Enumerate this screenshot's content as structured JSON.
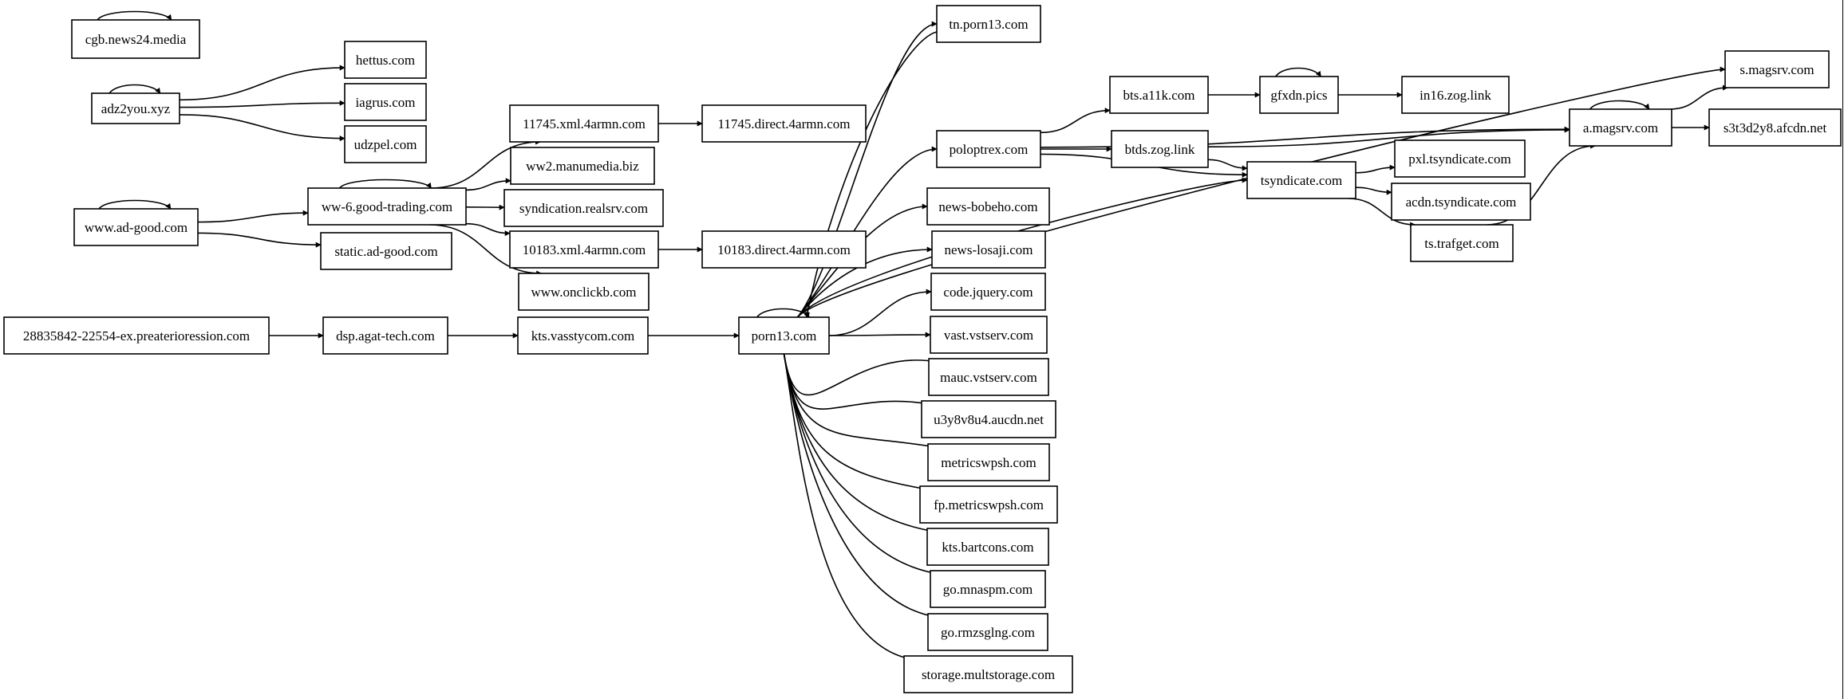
{
  "graph": {
    "nodes": [
      {
        "id": "cgb",
        "label": "cgb.news24.media"
      },
      {
        "id": "adz",
        "label": "adz2you.xyz"
      },
      {
        "id": "hettus",
        "label": "hettus.com"
      },
      {
        "id": "iagrus",
        "label": "iagrus.com"
      },
      {
        "id": "udzpel",
        "label": "udzpel.com"
      },
      {
        "id": "adgood",
        "label": "www.ad-good.com"
      },
      {
        "id": "ww6",
        "label": "ww-6.good-trading.com"
      },
      {
        "id": "staticadgood",
        "label": "static.ad-good.com"
      },
      {
        "id": "x11745",
        "label": "11745.xml.4armn.com"
      },
      {
        "id": "d11745",
        "label": "11745.direct.4armn.com"
      },
      {
        "id": "ww2",
        "label": "ww2.manumedia.biz"
      },
      {
        "id": "realsrv",
        "label": "syndication.realsrv.com"
      },
      {
        "id": "x10183",
        "label": "10183.xml.4armn.com"
      },
      {
        "id": "d10183",
        "label": "10183.direct.4armn.com"
      },
      {
        "id": "onclickb",
        "label": "www.onclickb.com"
      },
      {
        "id": "preat",
        "label": "28835842-22554-ex.preaterioression.com"
      },
      {
        "id": "dsp",
        "label": "dsp.agat-tech.com"
      },
      {
        "id": "kts",
        "label": "kts.vasstycom.com"
      },
      {
        "id": "porn13",
        "label": "porn13.com"
      },
      {
        "id": "tnporn",
        "label": "tn.porn13.com"
      },
      {
        "id": "poloptrex",
        "label": "poloptrex.com"
      },
      {
        "id": "bobeho",
        "label": "news-bobeho.com"
      },
      {
        "id": "losaji",
        "label": "news-losaji.com"
      },
      {
        "id": "jquery",
        "label": "code.jquery.com"
      },
      {
        "id": "vast",
        "label": "vast.vstserv.com"
      },
      {
        "id": "mauc",
        "label": "mauc.vstserv.com"
      },
      {
        "id": "aucdn",
        "label": "u3y8v8u4.aucdn.net"
      },
      {
        "id": "metrics",
        "label": "metricswpsh.com"
      },
      {
        "id": "fpmetrics",
        "label": "fp.metricswpsh.com"
      },
      {
        "id": "bartcons",
        "label": "kts.bartcons.com"
      },
      {
        "id": "mnaspm",
        "label": "go.mnaspm.com"
      },
      {
        "id": "rmzsglng",
        "label": "go.rmzsglng.com"
      },
      {
        "id": "multstorage",
        "label": "storage.multstorage.com"
      },
      {
        "id": "btsa11k",
        "label": "bts.a11k.com"
      },
      {
        "id": "gfxdn",
        "label": "gfxdn.pics"
      },
      {
        "id": "in16",
        "label": "in16.zog.link"
      },
      {
        "id": "btdszog",
        "label": "btds.zog.link"
      },
      {
        "id": "tsyndicate",
        "label": "tsyndicate.com"
      },
      {
        "id": "pxl",
        "label": "pxl.tsyndicate.com"
      },
      {
        "id": "acdn",
        "label": "acdn.tsyndicate.com"
      },
      {
        "id": "trafget",
        "label": "ts.trafget.com"
      },
      {
        "id": "amagsrv",
        "label": "a.magsrv.com"
      },
      {
        "id": "smagsrv",
        "label": "s.magsrv.com"
      },
      {
        "id": "afcdn",
        "label": "s3t3d2y8.afcdn.net"
      }
    ],
    "edges": [
      [
        "cgb",
        "cgb"
      ],
      [
        "adz",
        "adz"
      ],
      [
        "adz",
        "hettus"
      ],
      [
        "adz",
        "iagrus"
      ],
      [
        "adz",
        "udzpel"
      ],
      [
        "adgood",
        "adgood"
      ],
      [
        "adgood",
        "ww6"
      ],
      [
        "adgood",
        "staticadgood"
      ],
      [
        "ww6",
        "ww6"
      ],
      [
        "ww6",
        "x11745"
      ],
      [
        "ww6",
        "ww2"
      ],
      [
        "ww6",
        "realsrv"
      ],
      [
        "ww6",
        "x10183"
      ],
      [
        "ww6",
        "onclickb"
      ],
      [
        "x11745",
        "d11745"
      ],
      [
        "x10183",
        "d10183"
      ],
      [
        "preat",
        "dsp"
      ],
      [
        "dsp",
        "kts"
      ],
      [
        "kts",
        "porn13"
      ],
      [
        "porn13",
        "porn13"
      ],
      [
        "porn13",
        "tnporn"
      ],
      [
        "porn13",
        "smagsrv"
      ],
      [
        "porn13",
        "poloptrex"
      ],
      [
        "porn13",
        "tsyndicate"
      ],
      [
        "porn13",
        "bobeho"
      ],
      [
        "porn13",
        "losaji"
      ],
      [
        "porn13",
        "jquery"
      ],
      [
        "porn13",
        "vast"
      ],
      [
        "porn13",
        "mauc"
      ],
      [
        "porn13",
        "aucdn"
      ],
      [
        "porn13",
        "metrics"
      ],
      [
        "porn13",
        "fpmetrics"
      ],
      [
        "porn13",
        "bartcons"
      ],
      [
        "porn13",
        "mnaspm"
      ],
      [
        "porn13",
        "rmzsglng"
      ],
      [
        "porn13",
        "multstorage"
      ],
      [
        "tnporn",
        "porn13"
      ],
      [
        "poloptrex",
        "btsa11k"
      ],
      [
        "poloptrex",
        "btdszog"
      ],
      [
        "poloptrex",
        "amagsrv"
      ],
      [
        "poloptrex",
        "tsyndicate"
      ],
      [
        "btsa11k",
        "gfxdn"
      ],
      [
        "gfxdn",
        "gfxdn"
      ],
      [
        "gfxdn",
        "in16"
      ],
      [
        "btdszog",
        "tsyndicate"
      ],
      [
        "btdszog",
        "amagsrv"
      ],
      [
        "tsyndicate",
        "pxl"
      ],
      [
        "tsyndicate",
        "acdn"
      ],
      [
        "tsyndicate",
        "trafget"
      ],
      [
        "trafget",
        "amagsrv"
      ],
      [
        "amagsrv",
        "amagsrv"
      ],
      [
        "amagsrv",
        "smagsrv"
      ],
      [
        "amagsrv",
        "afcdn"
      ]
    ]
  }
}
